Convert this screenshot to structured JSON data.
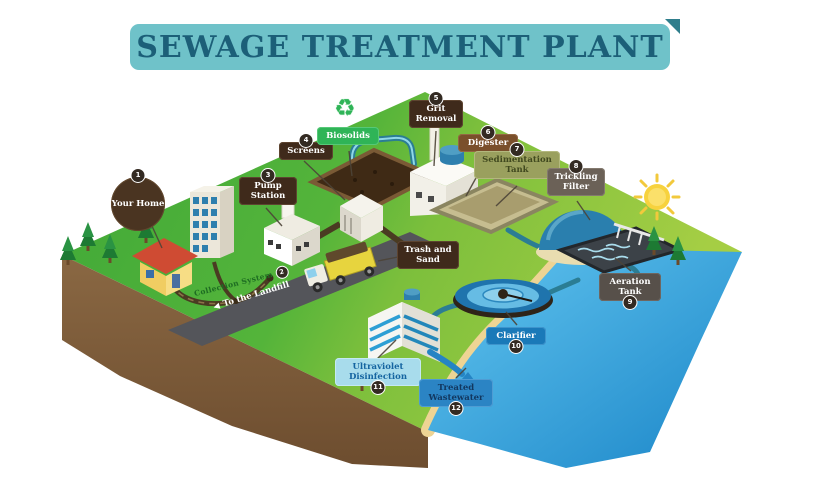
{
  "title": "SEWAGE TREATMENT PLANT",
  "labels": {
    "your_home": {
      "number": "1",
      "text": "Your Home"
    },
    "collection_system": {
      "number": "2",
      "text": "Collection System"
    },
    "pump_station": {
      "number": "3",
      "text": "Pump Station"
    },
    "screens": {
      "number": "4",
      "text": "Screens"
    },
    "grit_removal": {
      "number": "5",
      "text": "Grit Removal"
    },
    "digester": {
      "number": "6",
      "text": "Digester"
    },
    "sedimentation_tank": {
      "number": "7",
      "text": "Sedimentation Tank"
    },
    "trickling_filter": {
      "number": "8",
      "text": "Trickling Filter"
    },
    "aeration_tank": {
      "number": "9",
      "text": "Aeration Tank"
    },
    "clarifier": {
      "number": "10",
      "text": "Clarifier"
    },
    "ultraviolet_disinfection": {
      "number": "11",
      "text": "Ultraviolet Disinfection"
    },
    "treated_wastewater": {
      "number": "12",
      "text": "Treated Wastewater"
    },
    "biosolids": {
      "text": "Biosolids"
    },
    "trash_and_sand": {
      "text": "Trash and Sand"
    },
    "to_the_landfill": {
      "text": "To the Landfill"
    }
  },
  "icons": {
    "recycle_icon": "♻",
    "left_arrow_icon": "◀"
  },
  "colors": {
    "banner_bg": "#6fc2c9",
    "banner_text": "#1c5f78",
    "label_dark_brown": "#3f2a1b",
    "label_brown": "#7a4f2b",
    "label_olive": "#9aa05e",
    "label_taupe": "#6b6157",
    "label_blue": "#1a79b8",
    "label_light_blue": "#a8dcec",
    "label_green": "#2fb457",
    "grass_green": "#4fae3a",
    "grass_light": "#9cc93e",
    "soil_brown": "#82603e",
    "water_blue": "#3fb0e4",
    "sand": "#f0d494",
    "sun_yellow": "#f7d23e"
  }
}
